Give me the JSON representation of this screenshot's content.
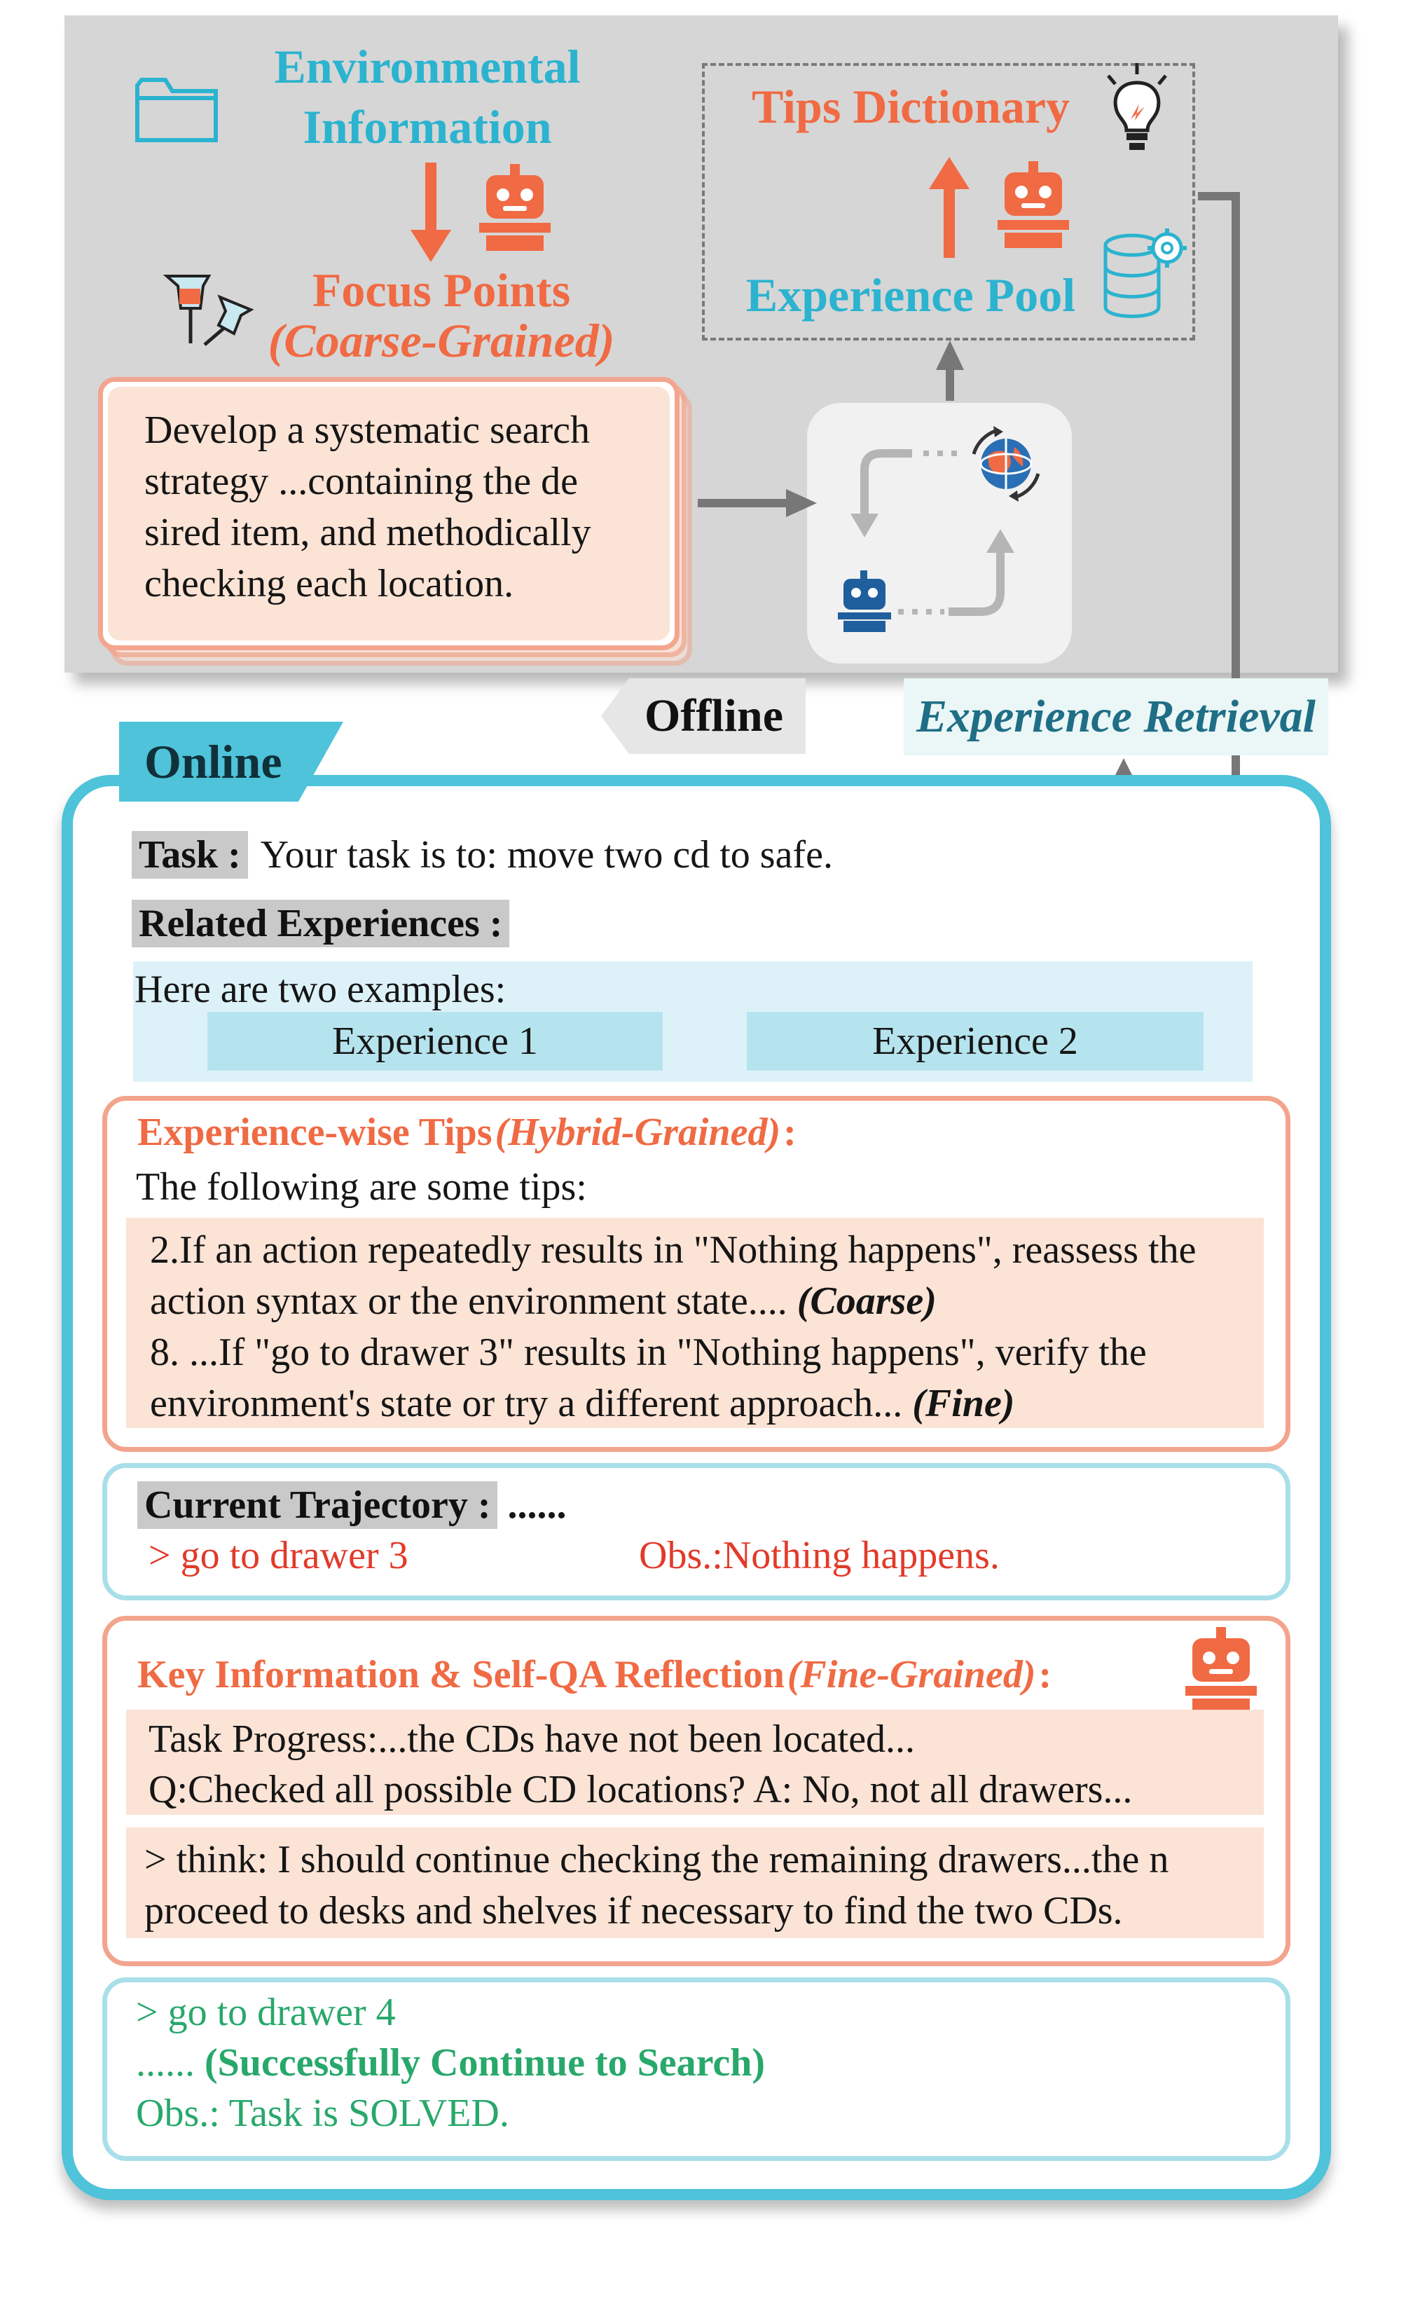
{
  "offline": {
    "environmental_information": "Environmental\nInformation",
    "focus_points": "Focus Points",
    "coarse_grained": "(Coarse-Grained)",
    "tips_dictionary": "Tips Dictionary",
    "experience_pool": "Experience Pool",
    "focus_note": "Develop a systematic search strategy ...containing the de sired item, and methodically checking each location.",
    "tag": "Offline",
    "retrieval_label": "Experience Retrieval"
  },
  "online": {
    "tag": "Online",
    "task_label": "Task :",
    "task_text": "Your task is to: move two cd to safe.",
    "related_label": "Related  Experiences :",
    "examples_intro": "Here are two examples:",
    "experience_1": "Experience 1",
    "experience_2": "Experience 2",
    "tips_head": "Experience-wise Tips",
    "tips_head_italic": "(Hybrid-Grained)",
    "tips_head_colon": " :",
    "tips_intro": "The following are some tips:",
    "tip2_text": "2.If an action repeatedly results in \"Nothing happens\", reassess the action syntax or the environment state....",
    "tip2_tag": "(Coarse)",
    "tip8_text": "8. ...If \"go to drawer 3\" results in \"Nothing happens\", verify the environment's state or try a different approach...",
    "tip8_tag": "(Fine)",
    "trajectory_label": "Current Trajectory :",
    "trajectory_dots": "......",
    "trajectory_action": "> go to drawer 3",
    "trajectory_obs": "Obs.:Nothing happens.",
    "reflection_head": "Key Information & Self-QA Reflection",
    "reflection_head_italic": "(Fine-Grained)",
    "reflection_head_colon": " :",
    "progress_line": "Task Progress:...the CDs have not been located...",
    "qa_line": "Q:Checked all possible CD locations? A: No, not all drawers...",
    "think_text": "> think: I should continue checking the remaining drawers...the n proceed to desks and shelves if necessary to find the two CDs.",
    "final_action": "> go to drawer 4",
    "final_dots": "......",
    "final_success": "(Successfully Continue to Search)",
    "final_obs": "Obs.: Task is SOLVED."
  },
  "colors": {
    "cyan": "#2bb3cf",
    "orange": "#f06a43",
    "panel_gray": "#d6d6d6",
    "online_border": "#4ec3da",
    "peach": "#fbe3d5",
    "red_text": "#e23a2a",
    "green_text": "#28a86b",
    "retrieval_text": "#1f6e86"
  },
  "icons": [
    "folder-icon",
    "robot-icon",
    "pushpin-icon",
    "lightbulb-icon",
    "database-gear-icon",
    "globe-icon",
    "arrow-icon"
  ]
}
